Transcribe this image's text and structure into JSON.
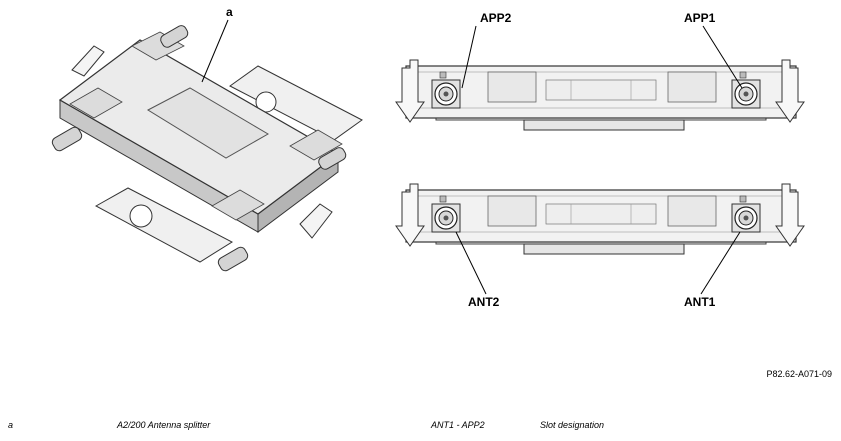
{
  "callouts": {
    "a": "a",
    "app2": "APP2",
    "app1": "APP1",
    "ant2": "ANT2",
    "ant1": "ANT1"
  },
  "figure_ref": "P82.62-A071-09",
  "legend": [
    {
      "key": "a",
      "text": "A2/200 Antenna splitter"
    },
    {
      "key": "ANT1 - APP2",
      "text": "Slot designation"
    }
  ]
}
